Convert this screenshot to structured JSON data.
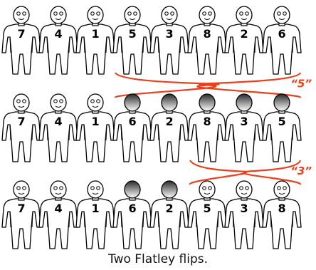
{
  "rows": [
    {
      "figures": [
        {
          "number": "7",
          "orientation": "front"
        },
        {
          "number": "4",
          "orientation": "front"
        },
        {
          "number": "1",
          "orientation": "front"
        },
        {
          "number": "5",
          "orientation": "front"
        },
        {
          "number": "3",
          "orientation": "front"
        },
        {
          "number": "8",
          "orientation": "front"
        },
        {
          "number": "2",
          "orientation": "front"
        },
        {
          "number": "6",
          "orientation": "front"
        }
      ]
    },
    {
      "figures": [
        {
          "number": "7",
          "orientation": "front"
        },
        {
          "number": "4",
          "orientation": "front"
        },
        {
          "number": "1",
          "orientation": "front"
        },
        {
          "number": "6",
          "orientation": "back"
        },
        {
          "number": "2",
          "orientation": "back"
        },
        {
          "number": "8",
          "orientation": "back"
        },
        {
          "number": "3",
          "orientation": "back"
        },
        {
          "number": "5",
          "orientation": "back"
        }
      ]
    },
    {
      "figures": [
        {
          "number": "7",
          "orientation": "front"
        },
        {
          "number": "4",
          "orientation": "front"
        },
        {
          "number": "1",
          "orientation": "front"
        },
        {
          "number": "6",
          "orientation": "back"
        },
        {
          "number": "2",
          "orientation": "back"
        },
        {
          "number": "5",
          "orientation": "front"
        },
        {
          "number": "3",
          "orientation": "front"
        },
        {
          "number": "8",
          "orientation": "front"
        }
      ]
    }
  ],
  "flips": [
    {
      "label": "“5”",
      "from_row": 0,
      "start_index": 3,
      "end_index": 7
    },
    {
      "label": "“3”",
      "from_row": 1,
      "start_index": 5,
      "end_index": 7
    }
  ],
  "caption": "Two Flatley flips.",
  "colors": {
    "arrow": "#e8401e",
    "outline": "#000000",
    "head_back_top": "#333333",
    "head_back_bottom": "#ffffff"
  }
}
